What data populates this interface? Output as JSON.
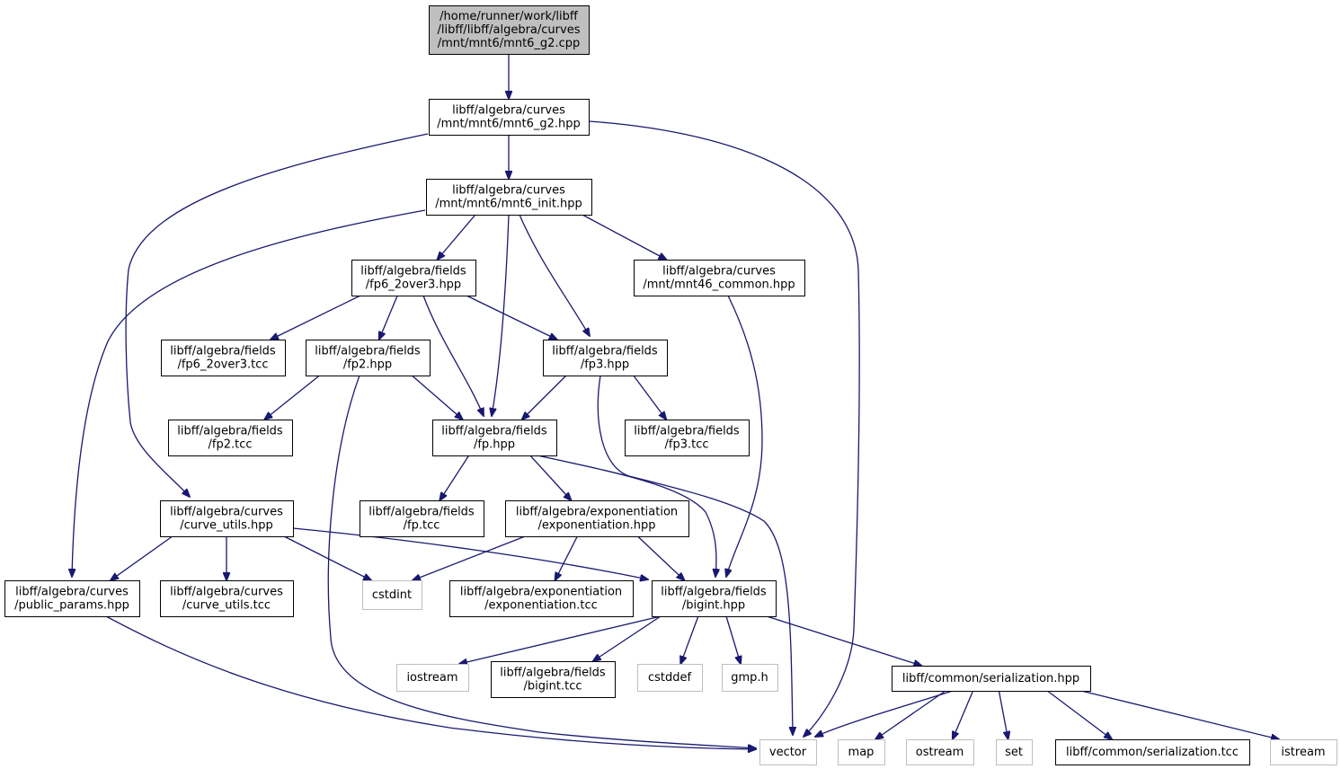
{
  "graph": {
    "title": "",
    "nodes": [
      {
        "id": "root",
        "lines": [
          "/home/runner/work/libff",
          "/libff/libff/algebra/curves",
          "/mnt/mnt6/mnt6_g2.cpp"
        ],
        "kind": "root"
      },
      {
        "id": "mnt6_g2_hpp",
        "lines": [
          "libff/algebra/curves",
          "/mnt/mnt6/mnt6_g2.hpp"
        ],
        "kind": "file"
      },
      {
        "id": "mnt6_init_hpp",
        "lines": [
          "libff/algebra/curves",
          "/mnt/mnt6/mnt6_init.hpp"
        ],
        "kind": "file"
      },
      {
        "id": "fp6_2over3_hpp",
        "lines": [
          "libff/algebra/fields",
          "/fp6_2over3.hpp"
        ],
        "kind": "file"
      },
      {
        "id": "mnt46_common_hpp",
        "lines": [
          "libff/algebra/curves",
          "/mnt/mnt46_common.hpp"
        ],
        "kind": "file"
      },
      {
        "id": "fp6_2over3_tcc",
        "lines": [
          "libff/algebra/fields",
          "/fp6_2over3.tcc"
        ],
        "kind": "file"
      },
      {
        "id": "fp2_hpp",
        "lines": [
          "libff/algebra/fields",
          "/fp2.hpp"
        ],
        "kind": "file"
      },
      {
        "id": "fp3_hpp",
        "lines": [
          "libff/algebra/fields",
          "/fp3.hpp"
        ],
        "kind": "file"
      },
      {
        "id": "fp2_tcc",
        "lines": [
          "libff/algebra/fields",
          "/fp2.tcc"
        ],
        "kind": "file"
      },
      {
        "id": "fp_hpp",
        "lines": [
          "libff/algebra/fields",
          "/fp.hpp"
        ],
        "kind": "file"
      },
      {
        "id": "fp3_tcc",
        "lines": [
          "libff/algebra/fields",
          "/fp3.tcc"
        ],
        "kind": "file"
      },
      {
        "id": "curve_utils_hpp",
        "lines": [
          "libff/algebra/curves",
          "/curve_utils.hpp"
        ],
        "kind": "file"
      },
      {
        "id": "fp_tcc",
        "lines": [
          "libff/algebra/fields",
          "/fp.tcc"
        ],
        "kind": "file"
      },
      {
        "id": "exponentiation_hpp",
        "lines": [
          "libff/algebra/exponentiation",
          "/exponentiation.hpp"
        ],
        "kind": "file"
      },
      {
        "id": "public_params_hpp",
        "lines": [
          "libff/algebra/curves",
          "/public_params.hpp"
        ],
        "kind": "file"
      },
      {
        "id": "curve_utils_tcc",
        "lines": [
          "libff/algebra/curves",
          "/curve_utils.tcc"
        ],
        "kind": "file"
      },
      {
        "id": "cstdint",
        "lines": [
          "cstdint"
        ],
        "kind": "system"
      },
      {
        "id": "exponentiation_tcc",
        "lines": [
          "libff/algebra/exponentiation",
          "/exponentiation.tcc"
        ],
        "kind": "file"
      },
      {
        "id": "bigint_hpp",
        "lines": [
          "libff/algebra/fields",
          "/bigint.hpp"
        ],
        "kind": "file"
      },
      {
        "id": "iostream",
        "lines": [
          "iostream"
        ],
        "kind": "system"
      },
      {
        "id": "bigint_tcc",
        "lines": [
          "libff/algebra/fields",
          "/bigint.tcc"
        ],
        "kind": "file"
      },
      {
        "id": "cstddef",
        "lines": [
          "cstddef"
        ],
        "kind": "system"
      },
      {
        "id": "gmp_h",
        "lines": [
          "gmp.h"
        ],
        "kind": "system"
      },
      {
        "id": "serialization_hpp",
        "lines": [
          "libff/common/serialization.hpp"
        ],
        "kind": "file"
      },
      {
        "id": "vector",
        "lines": [
          "vector"
        ],
        "kind": "system"
      },
      {
        "id": "map",
        "lines": [
          "map"
        ],
        "kind": "system"
      },
      {
        "id": "ostream",
        "lines": [
          "ostream"
        ],
        "kind": "system"
      },
      {
        "id": "set",
        "lines": [
          "set"
        ],
        "kind": "system"
      },
      {
        "id": "serialization_tcc",
        "lines": [
          "libff/common/serialization.tcc"
        ],
        "kind": "file"
      },
      {
        "id": "istream",
        "lines": [
          "istream"
        ],
        "kind": "system"
      }
    ],
    "edges": [
      {
        "from": "root",
        "to": "mnt6_g2_hpp"
      },
      {
        "from": "mnt6_g2_hpp",
        "to": "mnt6_init_hpp"
      },
      {
        "from": "mnt6_g2_hpp",
        "to": "curve_utils_hpp"
      },
      {
        "from": "mnt6_g2_hpp",
        "to": "vector"
      },
      {
        "from": "mnt6_init_hpp",
        "to": "fp6_2over3_hpp"
      },
      {
        "from": "mnt6_init_hpp",
        "to": "mnt46_common_hpp"
      },
      {
        "from": "mnt6_init_hpp",
        "to": "fp3_hpp"
      },
      {
        "from": "mnt6_init_hpp",
        "to": "fp_hpp"
      },
      {
        "from": "mnt6_init_hpp",
        "to": "public_params_hpp"
      },
      {
        "from": "fp6_2over3_hpp",
        "to": "fp6_2over3_tcc"
      },
      {
        "from": "fp6_2over3_hpp",
        "to": "fp2_hpp"
      },
      {
        "from": "fp6_2over3_hpp",
        "to": "fp3_hpp"
      },
      {
        "from": "fp6_2over3_hpp",
        "to": "fp_hpp"
      },
      {
        "from": "mnt46_common_hpp",
        "to": "bigint_hpp"
      },
      {
        "from": "fp2_hpp",
        "to": "fp2_tcc"
      },
      {
        "from": "fp2_hpp",
        "to": "fp_hpp"
      },
      {
        "from": "fp2_hpp",
        "to": "vector"
      },
      {
        "from": "fp3_hpp",
        "to": "fp_hpp"
      },
      {
        "from": "fp3_hpp",
        "to": "fp3_tcc"
      },
      {
        "from": "fp3_hpp",
        "to": "vector"
      },
      {
        "from": "fp_hpp",
        "to": "fp_tcc"
      },
      {
        "from": "fp_hpp",
        "to": "exponentiation_hpp"
      },
      {
        "from": "fp_hpp",
        "to": "bigint_hpp"
      },
      {
        "from": "curve_utils_hpp",
        "to": "public_params_hpp"
      },
      {
        "from": "curve_utils_hpp",
        "to": "curve_utils_tcc"
      },
      {
        "from": "curve_utils_hpp",
        "to": "cstdint"
      },
      {
        "from": "curve_utils_hpp",
        "to": "bigint_hpp"
      },
      {
        "from": "exponentiation_hpp",
        "to": "cstdint"
      },
      {
        "from": "exponentiation_hpp",
        "to": "exponentiation_tcc"
      },
      {
        "from": "exponentiation_hpp",
        "to": "bigint_hpp"
      },
      {
        "from": "public_params_hpp",
        "to": "vector"
      },
      {
        "from": "bigint_hpp",
        "to": "iostream"
      },
      {
        "from": "bigint_hpp",
        "to": "bigint_tcc"
      },
      {
        "from": "bigint_hpp",
        "to": "cstddef"
      },
      {
        "from": "bigint_hpp",
        "to": "gmp_h"
      },
      {
        "from": "bigint_hpp",
        "to": "serialization_hpp"
      },
      {
        "from": "serialization_hpp",
        "to": "vector"
      },
      {
        "from": "serialization_hpp",
        "to": "map"
      },
      {
        "from": "serialization_hpp",
        "to": "ostream"
      },
      {
        "from": "serialization_hpp",
        "to": "set"
      },
      {
        "from": "serialization_hpp",
        "to": "serialization_tcc"
      },
      {
        "from": "serialization_hpp",
        "to": "istream"
      }
    ],
    "colors": {
      "edge": "#191970",
      "node_border": "#000000",
      "system_border": "#bfbfbf",
      "root_fill": "#bfbfbf",
      "background": "#ffffff"
    }
  }
}
